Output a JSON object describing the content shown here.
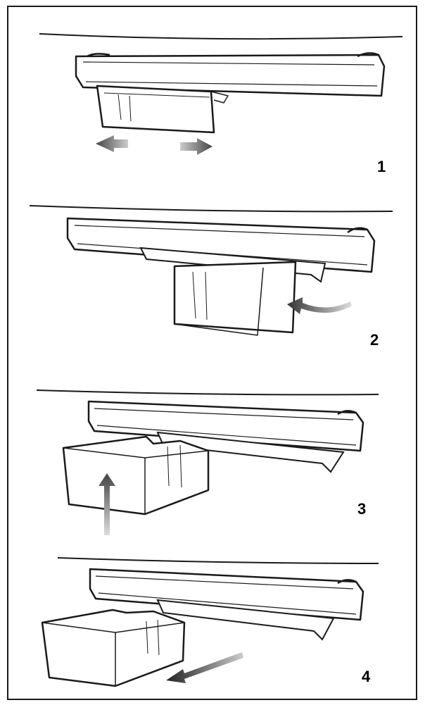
{
  "steps": [
    {
      "number": "1"
    },
    {
      "number": "2"
    },
    {
      "number": "3"
    },
    {
      "number": "4"
    }
  ],
  "colors": {
    "line": "#1a1a1a",
    "arrow_dark": "#555555",
    "arrow_light": "#bdbdbd",
    "fill": "#ffffff"
  }
}
